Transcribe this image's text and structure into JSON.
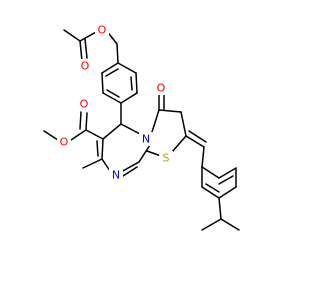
{
  "molecule": {
    "atoms": {
      "o_acetyl_carbonyl": {
        "symbol": "O",
        "color": "#ff0000"
      },
      "o_acetyl_ester": {
        "symbol": "O",
        "color": "#ff0000"
      },
      "o_methoxy_carbonyl": {
        "symbol": "O",
        "color": "#ff0000"
      },
      "o_methoxy_ester": {
        "symbol": "O",
        "color": "#ff0000"
      },
      "o_ring_carbonyl": {
        "symbol": "O",
        "color": "#ff0000"
      },
      "n_ring_top": {
        "symbol": "N",
        "color": "#0000ff"
      },
      "n_ring_bottom": {
        "symbol": "N",
        "color": "#0000ff"
      },
      "s_ring": {
        "symbol": "S",
        "color": "#b8a000"
      }
    }
  }
}
